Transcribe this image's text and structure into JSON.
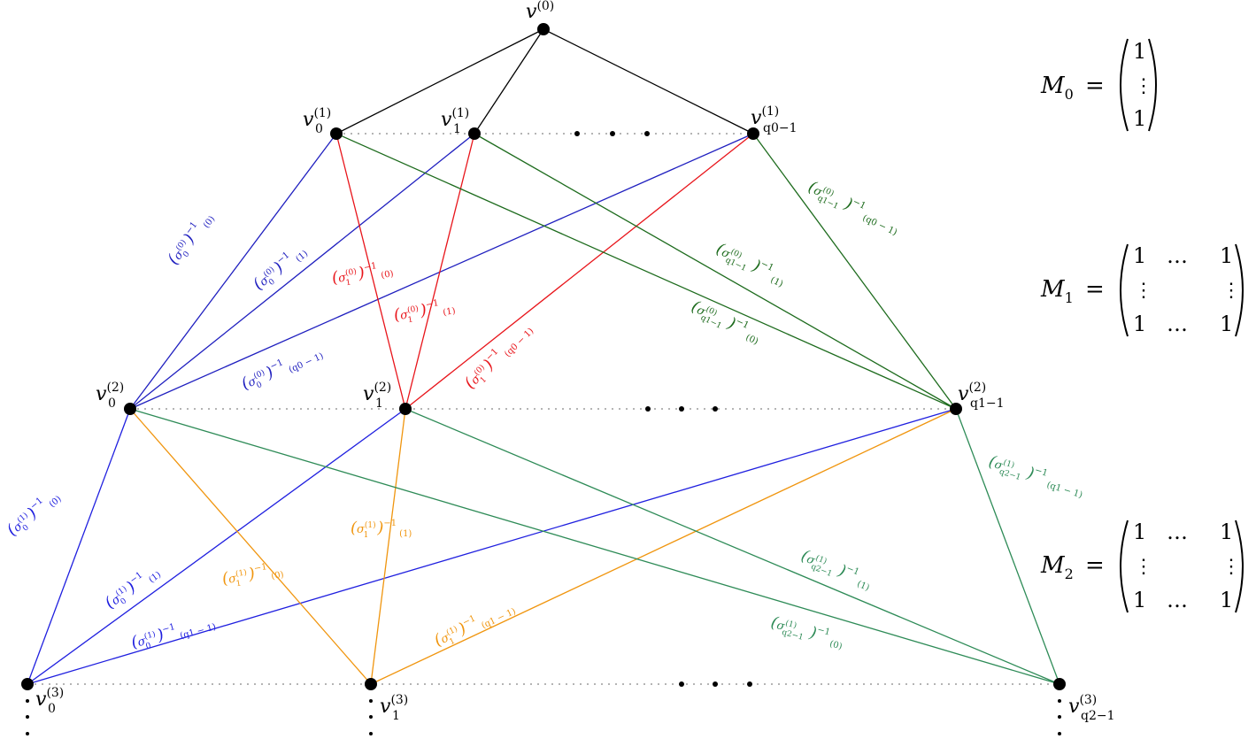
{
  "colors": {
    "black": "#000000",
    "blue": "#1f1fbf",
    "red": "#e8141a",
    "green": "#1d6b1d",
    "seagreen": "#2e8b57",
    "orange": "#f0950e",
    "dotted": "#888888"
  },
  "nodes": {
    "root": {
      "base": "v",
      "sup": "(0)"
    },
    "l1_0": {
      "base": "v",
      "sub": "0",
      "sup": "(1)"
    },
    "l1_1": {
      "base": "v",
      "sub": "1",
      "sup": "(1)"
    },
    "l1_last": {
      "base": "v",
      "sub": "q0−1",
      "sup": "(1)"
    },
    "l2_0": {
      "base": "v",
      "sub": "0",
      "sup": "(2)"
    },
    "l2_1": {
      "base": "v",
      "sub": "1",
      "sup": "(2)"
    },
    "l2_last": {
      "base": "v",
      "sub": "q1−1",
      "sup": "(2)"
    },
    "l3_0": {
      "base": "v",
      "sub": "0",
      "sup": "(3)"
    },
    "l3_1": {
      "base": "v",
      "sub": "1",
      "sup": "(3)"
    },
    "l3_last": {
      "base": "v",
      "sub": "q2−1",
      "sup": "(3)"
    }
  },
  "edge_labels": {
    "s0_0_0": {
      "sigma": "σ",
      "sub": "0",
      "sup": "(0)",
      "arg": "(0)"
    },
    "s0_0_1": {
      "sigma": "σ",
      "sub": "0",
      "sup": "(0)",
      "arg": "(1)"
    },
    "s0_0_last": {
      "sigma": "σ",
      "sub": "0",
      "sup": "(0)",
      "arg": "(q0 − 1)"
    },
    "s0_1_0": {
      "sigma": "σ",
      "sub": "1",
      "sup": "(0)",
      "arg": "(0)"
    },
    "s0_1_1": {
      "sigma": "σ",
      "sub": "1",
      "sup": "(0)",
      "arg": "(1)"
    },
    "s0_1_last": {
      "sigma": "σ",
      "sub": "1",
      "sup": "(0)",
      "arg": "(q0 − 1)"
    },
    "s0_q_last": {
      "sigma": "σ",
      "sub": "q1−1",
      "sup": "(0)",
      "arg": "(q0 − 1)"
    },
    "s0_q_1": {
      "sigma": "σ",
      "sub": "q1−1",
      "sup": "(0)",
      "arg": "(1)"
    },
    "s0_q_0": {
      "sigma": "σ",
      "sub": "q1−1",
      "sup": "(0)",
      "arg": "(0)"
    },
    "s1_0_0": {
      "sigma": "σ",
      "sub": "0",
      "sup": "(1)",
      "arg": "(0)"
    },
    "s1_0_1": {
      "sigma": "σ",
      "sub": "0",
      "sup": "(1)",
      "arg": "(1)"
    },
    "s1_0_last": {
      "sigma": "σ",
      "sub": "0",
      "sup": "(1)",
      "arg": "(q1 − 1)"
    },
    "s1_1_0": {
      "sigma": "σ",
      "sub": "1",
      "sup": "(1)",
      "arg": "(0)"
    },
    "s1_1_1": {
      "sigma": "σ",
      "sub": "1",
      "sup": "(1)",
      "arg": "(1)"
    },
    "s1_1_last": {
      "sigma": "σ",
      "sub": "1",
      "sup": "(1)",
      "arg": "(q1 − 1)"
    },
    "s1_q_last": {
      "sigma": "σ",
      "sub": "q2−1",
      "sup": "(1)",
      "arg": "(q1 − 1)"
    },
    "s1_q_1": {
      "sigma": "σ",
      "sub": "q2−1",
      "sup": "(1)",
      "arg": "(1)"
    },
    "s1_q_0": {
      "sigma": "σ",
      "sub": "q2−1",
      "sup": "(1)",
      "arg": "(0)"
    },
    "inv": "−1"
  },
  "matrices": {
    "m0": {
      "name": "M",
      "sub": "0",
      "eq": "=",
      "rows": [
        "1",
        "⋮",
        "1"
      ]
    },
    "m1": {
      "name": "M",
      "sub": "1",
      "eq": "=",
      "rows": [
        [
          "1",
          "…",
          "1"
        ],
        [
          "⋮",
          "",
          "⋮"
        ],
        [
          "1",
          "…",
          "1"
        ]
      ]
    },
    "m2": {
      "name": "M",
      "sub": "2",
      "eq": "=",
      "rows": [
        [
          "1",
          "…",
          "1"
        ],
        [
          "⋮",
          "",
          "⋮"
        ],
        [
          "1",
          "…",
          "1"
        ]
      ]
    }
  }
}
